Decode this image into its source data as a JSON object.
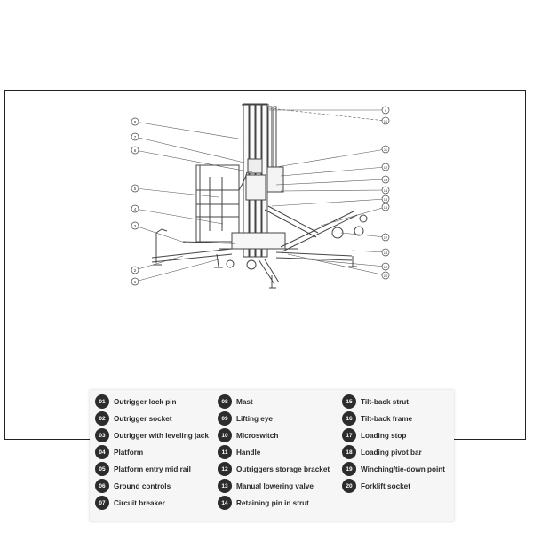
{
  "callouts_left": [
    "8",
    "7",
    "6",
    "5",
    "4",
    "3",
    "2",
    "1"
  ],
  "callouts_right": [
    "9",
    "10",
    "11",
    "12",
    "13",
    "14",
    "15",
    "16",
    "17",
    "18",
    "19",
    "20"
  ],
  "legend": [
    {
      "num": "01",
      "label": "Outrigger lock pin"
    },
    {
      "num": "02",
      "label": "Outrigger socket"
    },
    {
      "num": "03",
      "label": "Outrigger with leveling jack"
    },
    {
      "num": "04",
      "label": "Platform"
    },
    {
      "num": "05",
      "label": "Platform entry mid rail"
    },
    {
      "num": "06",
      "label": "Ground controls"
    },
    {
      "num": "07",
      "label": "Circuit breaker"
    },
    {
      "num": "08",
      "label": "Mast"
    },
    {
      "num": "09",
      "label": "Lifting eye"
    },
    {
      "num": "10",
      "label": "Microswitch"
    },
    {
      "num": "11",
      "label": "Handle"
    },
    {
      "num": "12",
      "label": "Outriggers storage bracket"
    },
    {
      "num": "13",
      "label": "Manual lowering valve"
    },
    {
      "num": "14",
      "label": "Retaining pin in strut"
    },
    {
      "num": "15",
      "label": "Tilt-back strut"
    },
    {
      "num": "16",
      "label": "Tilt-back frame"
    },
    {
      "num": "17",
      "label": "Loading stop"
    },
    {
      "num": "18",
      "label": "Loading pivot bar"
    },
    {
      "num": "19",
      "label": "Winching/tie-down point"
    },
    {
      "num": "20",
      "label": "Forklift socket"
    }
  ]
}
